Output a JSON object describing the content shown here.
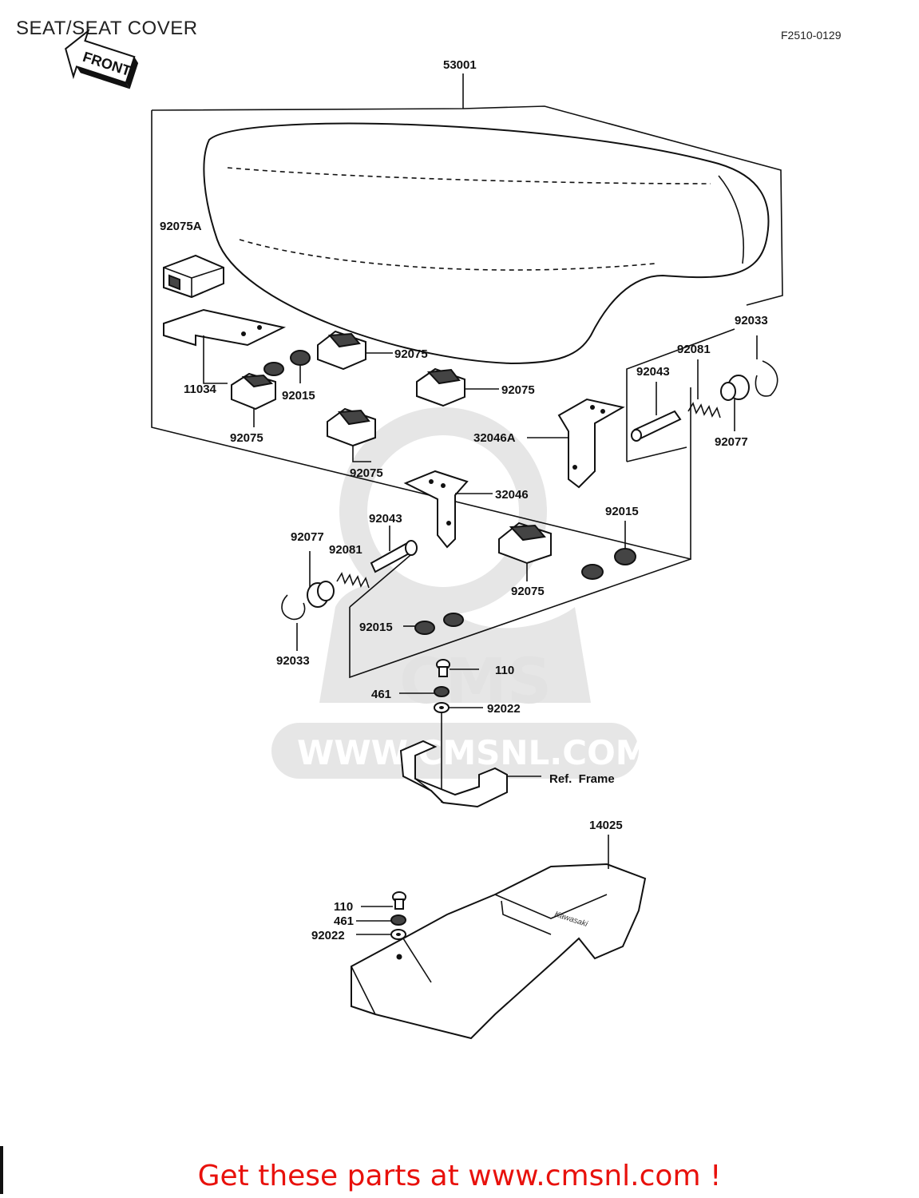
{
  "header": {
    "title": "SEAT/SEAT COVER",
    "diagram_code": "F2510-0129",
    "front_label": "FRONT"
  },
  "watermark": {
    "brand": "CMS",
    "url": "WWW.CMSNL.COM"
  },
  "labels": {
    "p53001": "53001",
    "p92075A": "92075A",
    "p11034": "11034",
    "p92015a": "92015",
    "p92075a": "92075",
    "p92075b": "92075",
    "p92075c": "92075",
    "p92075d": "92075",
    "p92033a": "92033",
    "p92081a": "92081",
    "p92043a": "92043",
    "p92077a": "92077",
    "p32046A": "32046A",
    "p32046": "32046",
    "p92015b": "92015",
    "p92077b": "92077",
    "p92043b": "92043",
    "p92081b": "92081",
    "p92075e": "92075",
    "p92015c": "92015",
    "p92033b": "92033",
    "p110a": "110",
    "p461a": "461",
    "p92022a": "92022",
    "pref": "Ref.  Frame",
    "p14025": "14025",
    "p110b": "110",
    "p461b": "461",
    "p92022b": "92022"
  },
  "footer": {
    "cta": "Get these parts at www.cmsnl.com !"
  },
  "colors": {
    "cta": "#e8110c",
    "watermark": "#e6e6e6",
    "ink": "#111111"
  }
}
